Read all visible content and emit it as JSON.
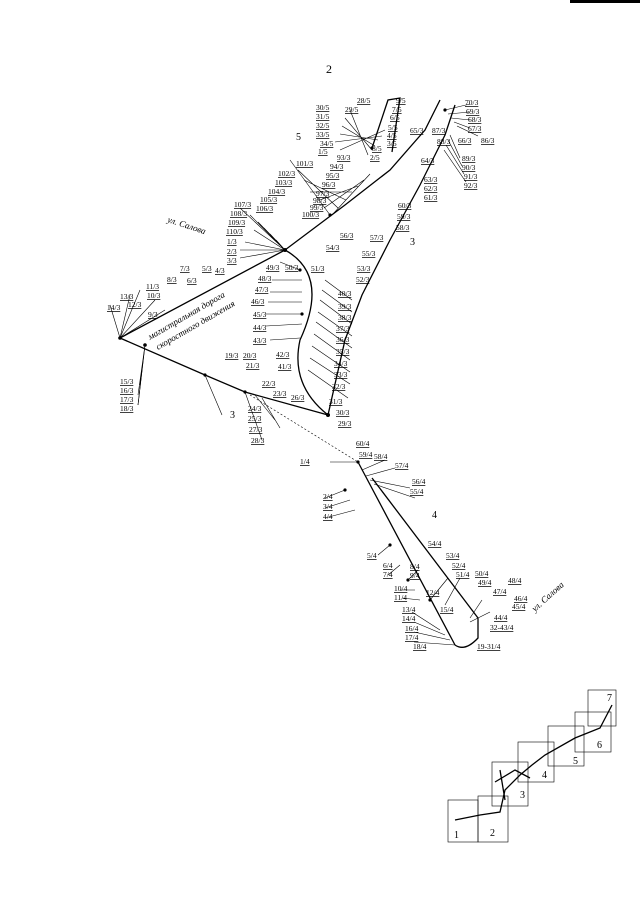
{
  "page_number": "2",
  "streets": {
    "salova_top": "ул. Салова",
    "salova_bottom": "ул. Салова",
    "highway_line1": "магистральная дорога",
    "highway_line2": "скоростного движения"
  },
  "section_numbers": [
    "3",
    "3",
    "4",
    "5"
  ],
  "labels_5": [
    "28/5",
    "29/5",
    "30/5",
    "31/5",
    "32/5",
    "33/5",
    "34/5",
    "1/5",
    "2/5",
    "3/5",
    "4/5",
    "5/5",
    "6/5",
    "7/5",
    "8/5",
    "9/5"
  ],
  "labels_3": [
    "1/3",
    "2/3",
    "3/3",
    "4/3",
    "5/3",
    "6/3",
    "7/3",
    "8/3",
    "9/3",
    "10/3",
    "11/3",
    "12/3",
    "13/3",
    "14/3",
    "15/3",
    "16/3",
    "17/3",
    "18/3",
    "19/3",
    "20/3",
    "21/3",
    "22/3",
    "23/3",
    "24/3",
    "25/3",
    "26/3",
    "27/3",
    "28/3",
    "29/3",
    "30/3",
    "31/3",
    "32/3",
    "33/3",
    "34/3",
    "35/3",
    "36/3",
    "37/3",
    "38/3",
    "39/3",
    "40/3",
    "41/3",
    "42/3",
    "43/3",
    "44/3",
    "45/3",
    "46/3",
    "47/3",
    "48/3",
    "49/3",
    "50/3",
    "51/3",
    "52/3",
    "53/3",
    "54/3",
    "55/3",
    "56/3",
    "57/3",
    "58/3",
    "59/3",
    "60/3",
    "61/3",
    "62/3",
    "63/3",
    "64/3",
    "65/3",
    "66/3",
    "67/3",
    "68/3",
    "69/3",
    "70/3",
    "86/3",
    "87/3",
    "88/3",
    "89/3",
    "90/3",
    "91/3",
    "92/3",
    "93/3",
    "94/3",
    "95/3",
    "96/3",
    "97/3",
    "98/3",
    "99/3",
    "100/3",
    "101/3",
    "102/3",
    "103/3",
    "104/3",
    "105/3",
    "106/3",
    "107/3",
    "108/3",
    "109/3",
    "110/3"
  ],
  "labels_4": [
    "1/4",
    "2/4",
    "3/4",
    "4/4",
    "5/4",
    "6/4",
    "7/4",
    "8/4",
    "9/4",
    "10/4",
    "11/4",
    "12/4",
    "13/4",
    "14/4",
    "15/4",
    "16/4",
    "17/4",
    "18/4",
    "19-31/4",
    "32-43/4",
    "44/4",
    "45/4",
    "46/4",
    "47/4",
    "48/4",
    "49/4",
    "50/4",
    "51/4",
    "52/4",
    "53/4",
    "54/4",
    "55/4",
    "56/4",
    "57/4",
    "58/4",
    "59/4",
    "60/4"
  ],
  "inset": {
    "panels": [
      "1",
      "2",
      "3",
      "4",
      "5",
      "6",
      "7"
    ]
  }
}
